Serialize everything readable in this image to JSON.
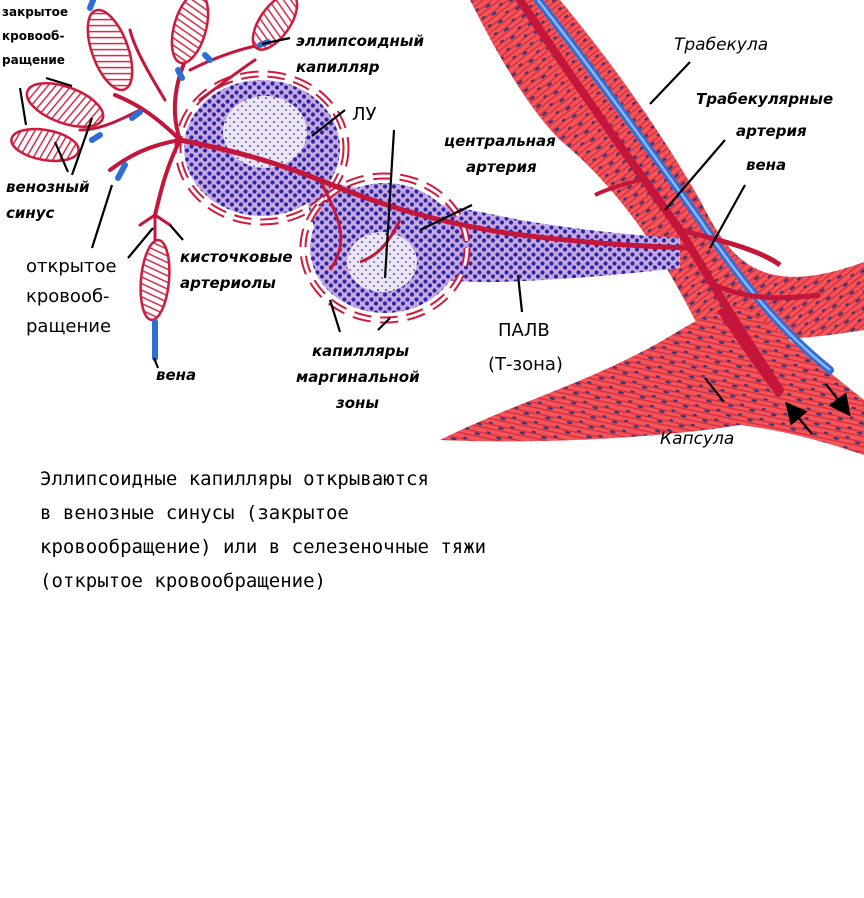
{
  "labels": {
    "closed_circulation": [
      "закрытое",
      "кровооб-",
      "ращение"
    ],
    "ellipsoid_capillary": [
      "эллипсоидный",
      "капилляр"
    ],
    "lu": "ЛУ",
    "central_artery": [
      "центральная",
      "артерия"
    ],
    "trabecula": "Трабекула",
    "trabecular": "Трабекулярные",
    "artery": "артерия",
    "vein_trab": "вена",
    "venous_sinus": [
      "венозный",
      "синус"
    ],
    "open_circulation": [
      "открытое",
      "кровооб-",
      "ращение"
    ],
    "brush_arterioles": [
      "кисточковые",
      "артериолы"
    ],
    "palv": [
      "ПАЛВ",
      "(Т-зона)"
    ],
    "vein": "вена",
    "marginal_capillaries": [
      "капилляры",
      "маргинальной",
      "зоны"
    ],
    "capsule": "Капсула"
  },
  "caption": [
    "Эллипсоидные капилляры открываются",
    "в венозные синусы (закрытое",
    "кровообращение) или в селезеночные тяжи",
    "(открытое кровообращение)"
  ],
  "colors": {
    "artery": "#d01a3c",
    "vein": "#2e6fd6",
    "lymph_cells": "#2a2aa8",
    "trabecula_tissue": "#f04a4a",
    "palv_background": "#c9a8e0",
    "sinus_fill": "#f7c8cc"
  }
}
